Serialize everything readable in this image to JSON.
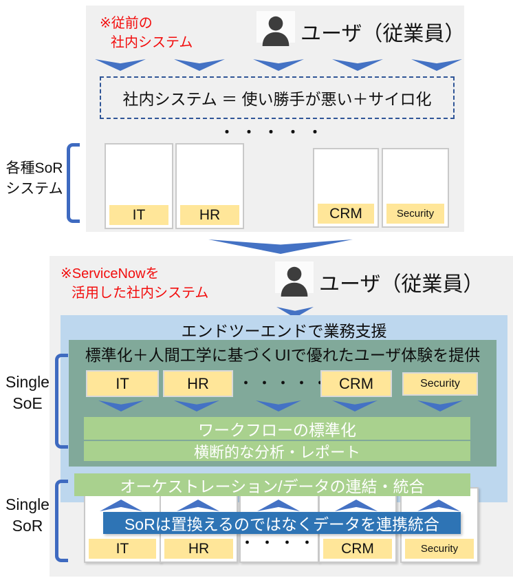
{
  "colors": {
    "arrow_blue": "#4472c4",
    "bracket_blue": "#3e6ac0",
    "light_blue": "#bdd7ee",
    "sea_green": "#81a99a",
    "light_green": "#a9d18e",
    "yellow": "#ffe699",
    "banner_blue": "#2e74b5",
    "note_red": "#f20d0d",
    "section_gray": "#f0f0f0"
  },
  "legacy": {
    "note_line1": "※従前の",
    "note_line2": "社内システム",
    "user_label": "ユーザ（従業員）",
    "problem_box": "社内システム ＝ 使い勝手が悪い＋サイロ化",
    "dots": "・・・・・",
    "side_label_line1": "各種SoR",
    "side_label_line2": "システム",
    "systems": {
      "it": "IT",
      "hr": "HR",
      "crm": "CRM",
      "sec": "Security"
    }
  },
  "modern": {
    "note_line1": "※ServiceNowを",
    "note_line2": "活用した社内システム",
    "user_label": "ユーザ（従業員）",
    "e2e_title": "エンドツーエンドで業務支援",
    "soe": {
      "side_label_line1": "Single",
      "side_label_line2": "SoE",
      "ui_title": "標準化＋人間工学に基づくUIで優れたユーザ体験を提供",
      "dots": "・・・・・",
      "systems": {
        "it": "IT",
        "hr": "HR",
        "crm": "CRM",
        "sec": "Security"
      },
      "workflow": "ワークフローの標準化",
      "analytics": "横断的な分析・レポート"
    },
    "orchestration": "オーケストレーション/データの連結・統合",
    "sor": {
      "side_label_line1": "Single",
      "side_label_line2": "SoR",
      "banner": "SoRは置換えるのではなくデータを連携統合",
      "dots": "・・・・・",
      "systems": {
        "it": "IT",
        "hr": "HR",
        "crm": "CRM",
        "sec": "Security"
      }
    }
  }
}
